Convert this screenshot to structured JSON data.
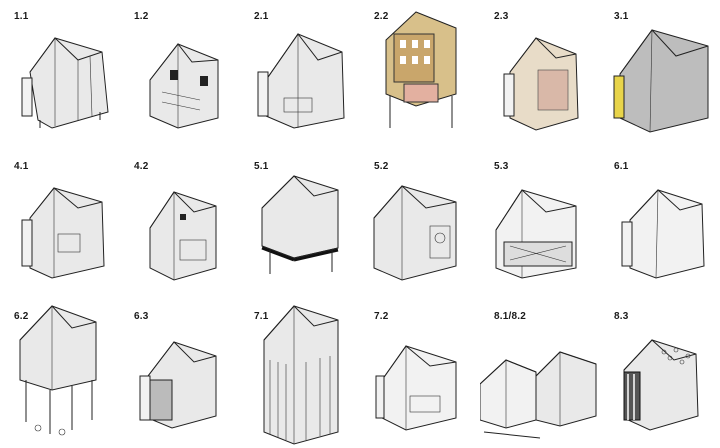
{
  "panels": [
    {
      "label": "1.1"
    },
    {
      "label": "1.2"
    },
    {
      "label": "2.1"
    },
    {
      "label": "2.2"
    },
    {
      "label": "2.3"
    },
    {
      "label": "3.1"
    },
    {
      "label": "4.1"
    },
    {
      "label": "4.2"
    },
    {
      "label": "5.1"
    },
    {
      "label": "5.2"
    },
    {
      "label": "5.3"
    },
    {
      "label": "6.1"
    },
    {
      "label": "6.2"
    },
    {
      "label": "6.3"
    },
    {
      "label": "7.1"
    },
    {
      "label": "7.2"
    },
    {
      "label": "8.1/8.2"
    },
    {
      "label": "8.3"
    }
  ],
  "colors": {
    "line": "#222222",
    "glass": "#e9e9e9",
    "accent_yellow": "#e8d44a",
    "accent_facade": "#c9a66b"
  }
}
